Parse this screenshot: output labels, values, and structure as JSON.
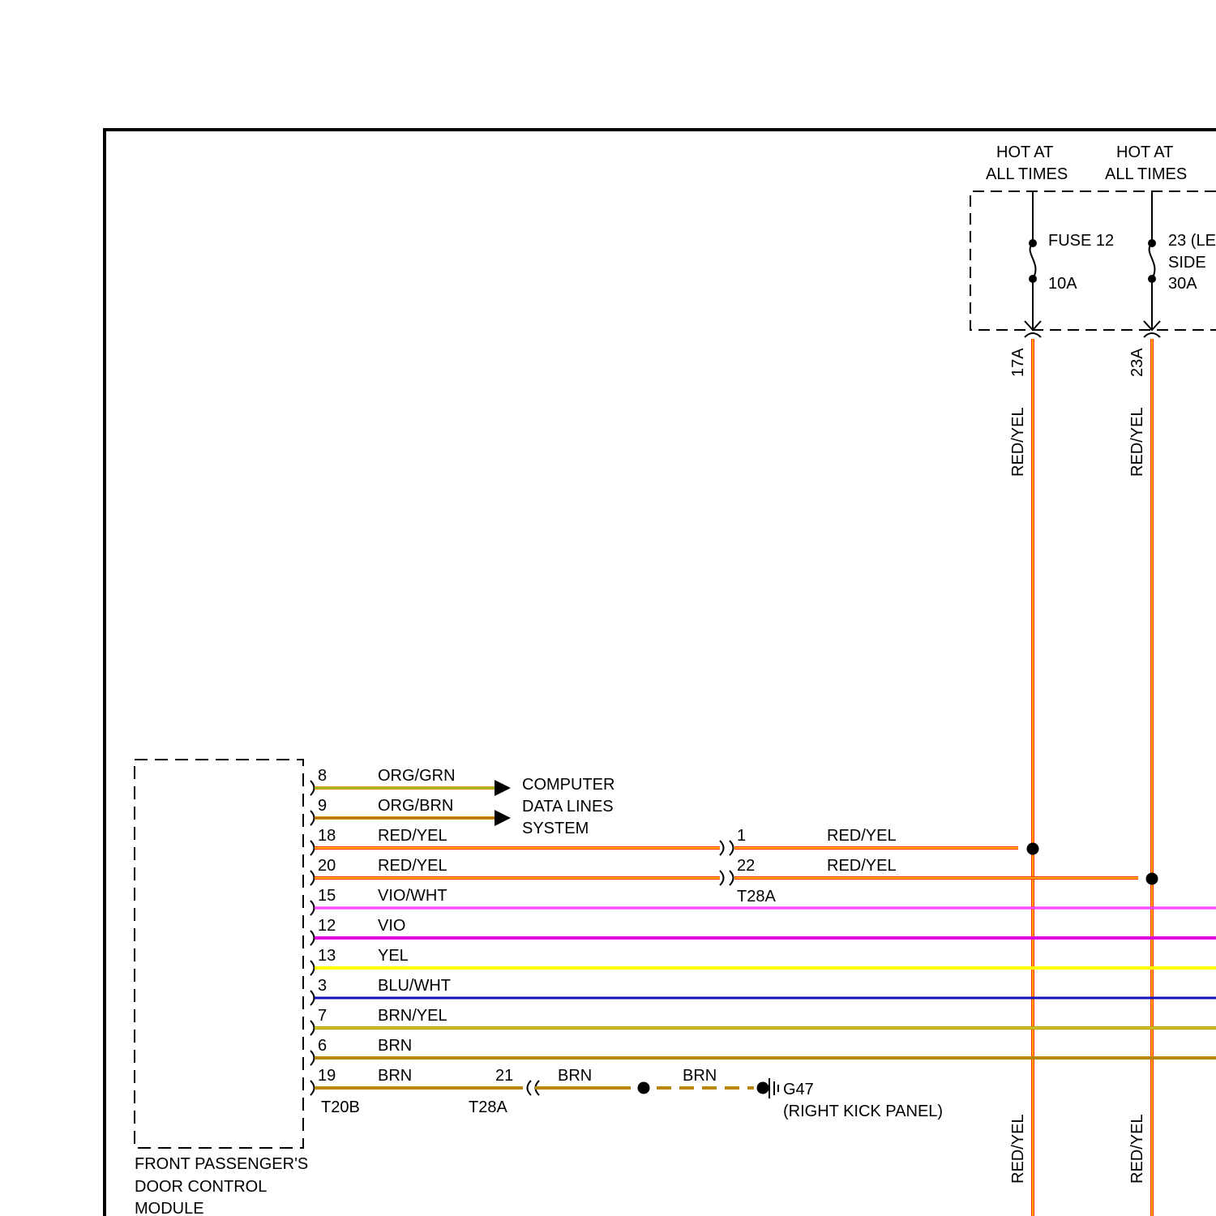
{
  "fuses": [
    {
      "hot_line1": "HOT AT",
      "hot_line2": "ALL TIMES",
      "name": "FUSE 12",
      "rating": "10A",
      "wire_id": "17A",
      "wire_color_label": "RED/YEL"
    },
    {
      "hot_line1": "HOT AT",
      "hot_line2": "ALL TIMES",
      "name": "23 (LE",
      "name_line2": "SIDE",
      "rating": "30A",
      "wire_id": "23A",
      "wire_color_label": "RED/YEL"
    }
  ],
  "module": {
    "line1": "FRONT PASSENGER'S",
    "line2": "DOOR CONTROL",
    "line3": "MODULE",
    "connector": "T20B"
  },
  "computer_data": {
    "line1": "COMPUTER",
    "line2": "DATA LINES",
    "line3": "SYSTEM"
  },
  "wires": [
    {
      "pin": "8",
      "color": "ORG/GRN",
      "hex": "#9acd32"
    },
    {
      "pin": "9",
      "color": "ORG/BRN",
      "hex": "#e0a020"
    },
    {
      "pin": "18",
      "color": "RED/YEL",
      "hex": "#ff2a00",
      "far_pin": "1",
      "far_color": "RED/YEL"
    },
    {
      "pin": "20",
      "color": "RED/YEL",
      "hex": "#ff2a00",
      "far_pin": "22",
      "far_color": "RED/YEL"
    },
    {
      "pin": "15",
      "color": "VIO/WHT",
      "hex": "#ff00ff"
    },
    {
      "pin": "12",
      "color": "VIO",
      "hex": "#e000e0"
    },
    {
      "pin": "13",
      "color": "YEL",
      "hex": "#ffff00"
    },
    {
      "pin": "3",
      "color": "BLU/WHT",
      "hex": "#0000cc"
    },
    {
      "pin": "7",
      "color": "BRN/YEL",
      "hex": "#b8a000"
    },
    {
      "pin": "6",
      "color": "BRN",
      "hex": "#b8860b"
    },
    {
      "pin": "19",
      "color": "BRN",
      "hex": "#b8860b",
      "far_pin": "21",
      "far_color": "BRN",
      "ground_wire_color": "BRN"
    }
  ],
  "inline_connector": "T28A",
  "inline_connector_bottom": "T28A",
  "ground": {
    "id": "G47",
    "location": "(RIGHT KICK PANEL)"
  },
  "vertical_bottom_labels": [
    "RED/YEL",
    "RED/YEL"
  ]
}
